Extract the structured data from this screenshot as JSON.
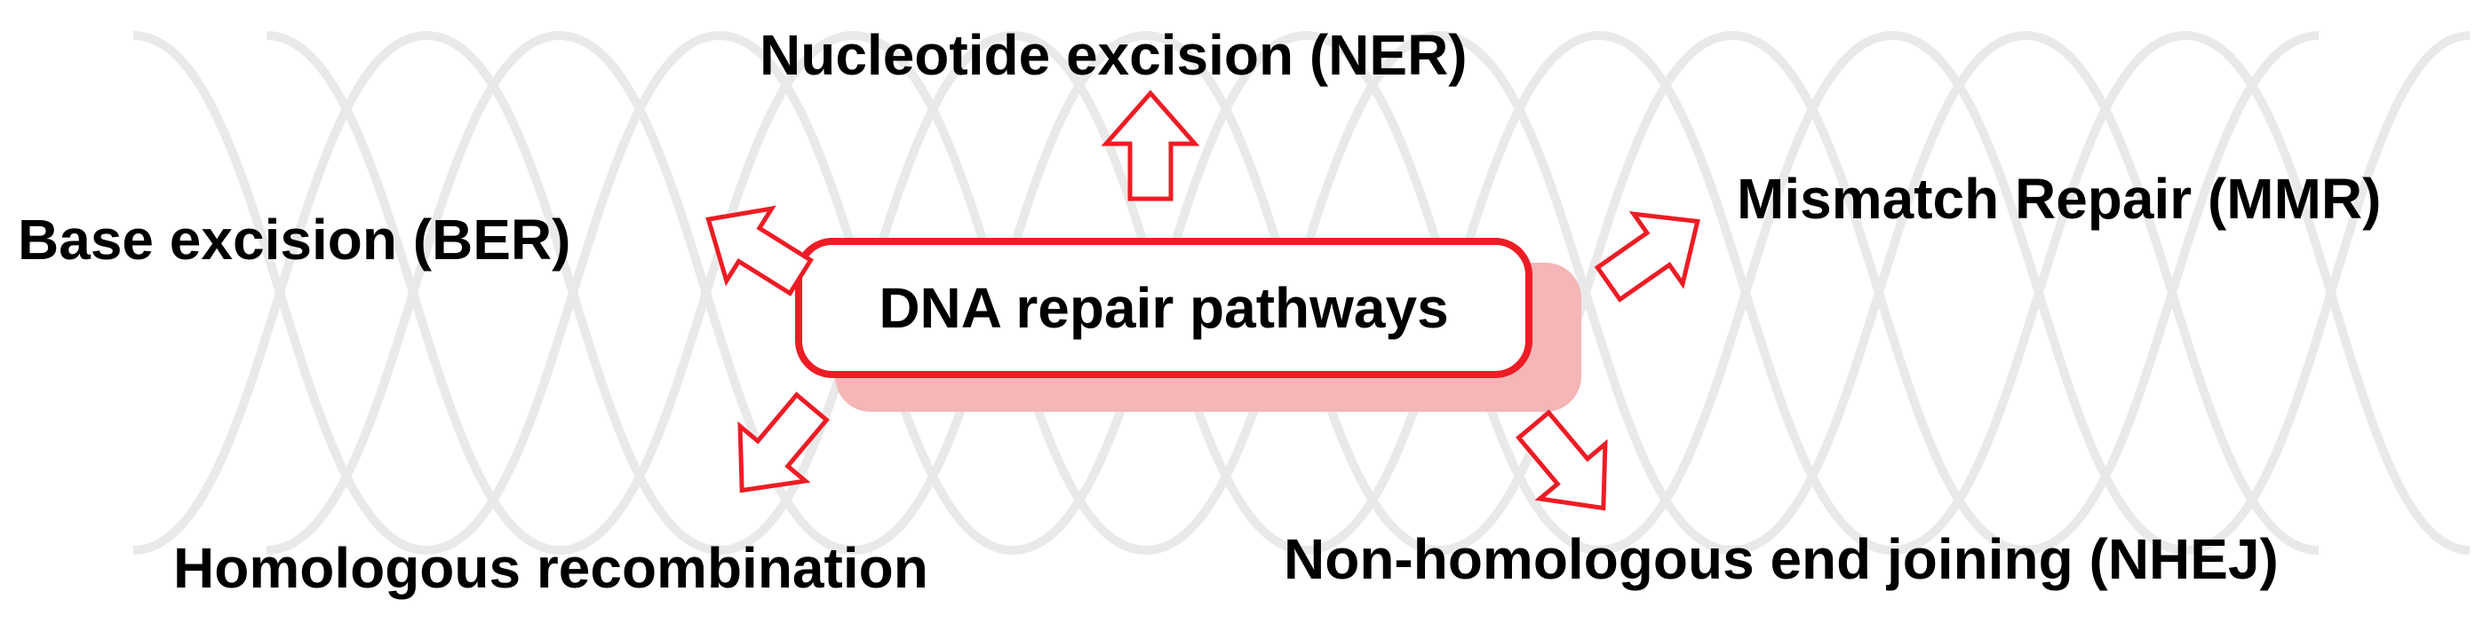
{
  "center": {
    "label": "DNA repair pathways"
  },
  "pathways": {
    "ner": "Nucleotide excision (NER)",
    "ber": "Base excision (BER)",
    "mmr": "Mismatch Repair (MMR)",
    "hr": "Homologous recombination",
    "nhej": "Non-homologous end joining (NHEJ)"
  },
  "colors": {
    "accent": "#ee1c24",
    "shadow": "#f4b6b6",
    "helix": "#e9e9e9"
  },
  "icons": {
    "arrow": "hollow-block-arrow-icon",
    "background": "dna-helix-icon"
  }
}
